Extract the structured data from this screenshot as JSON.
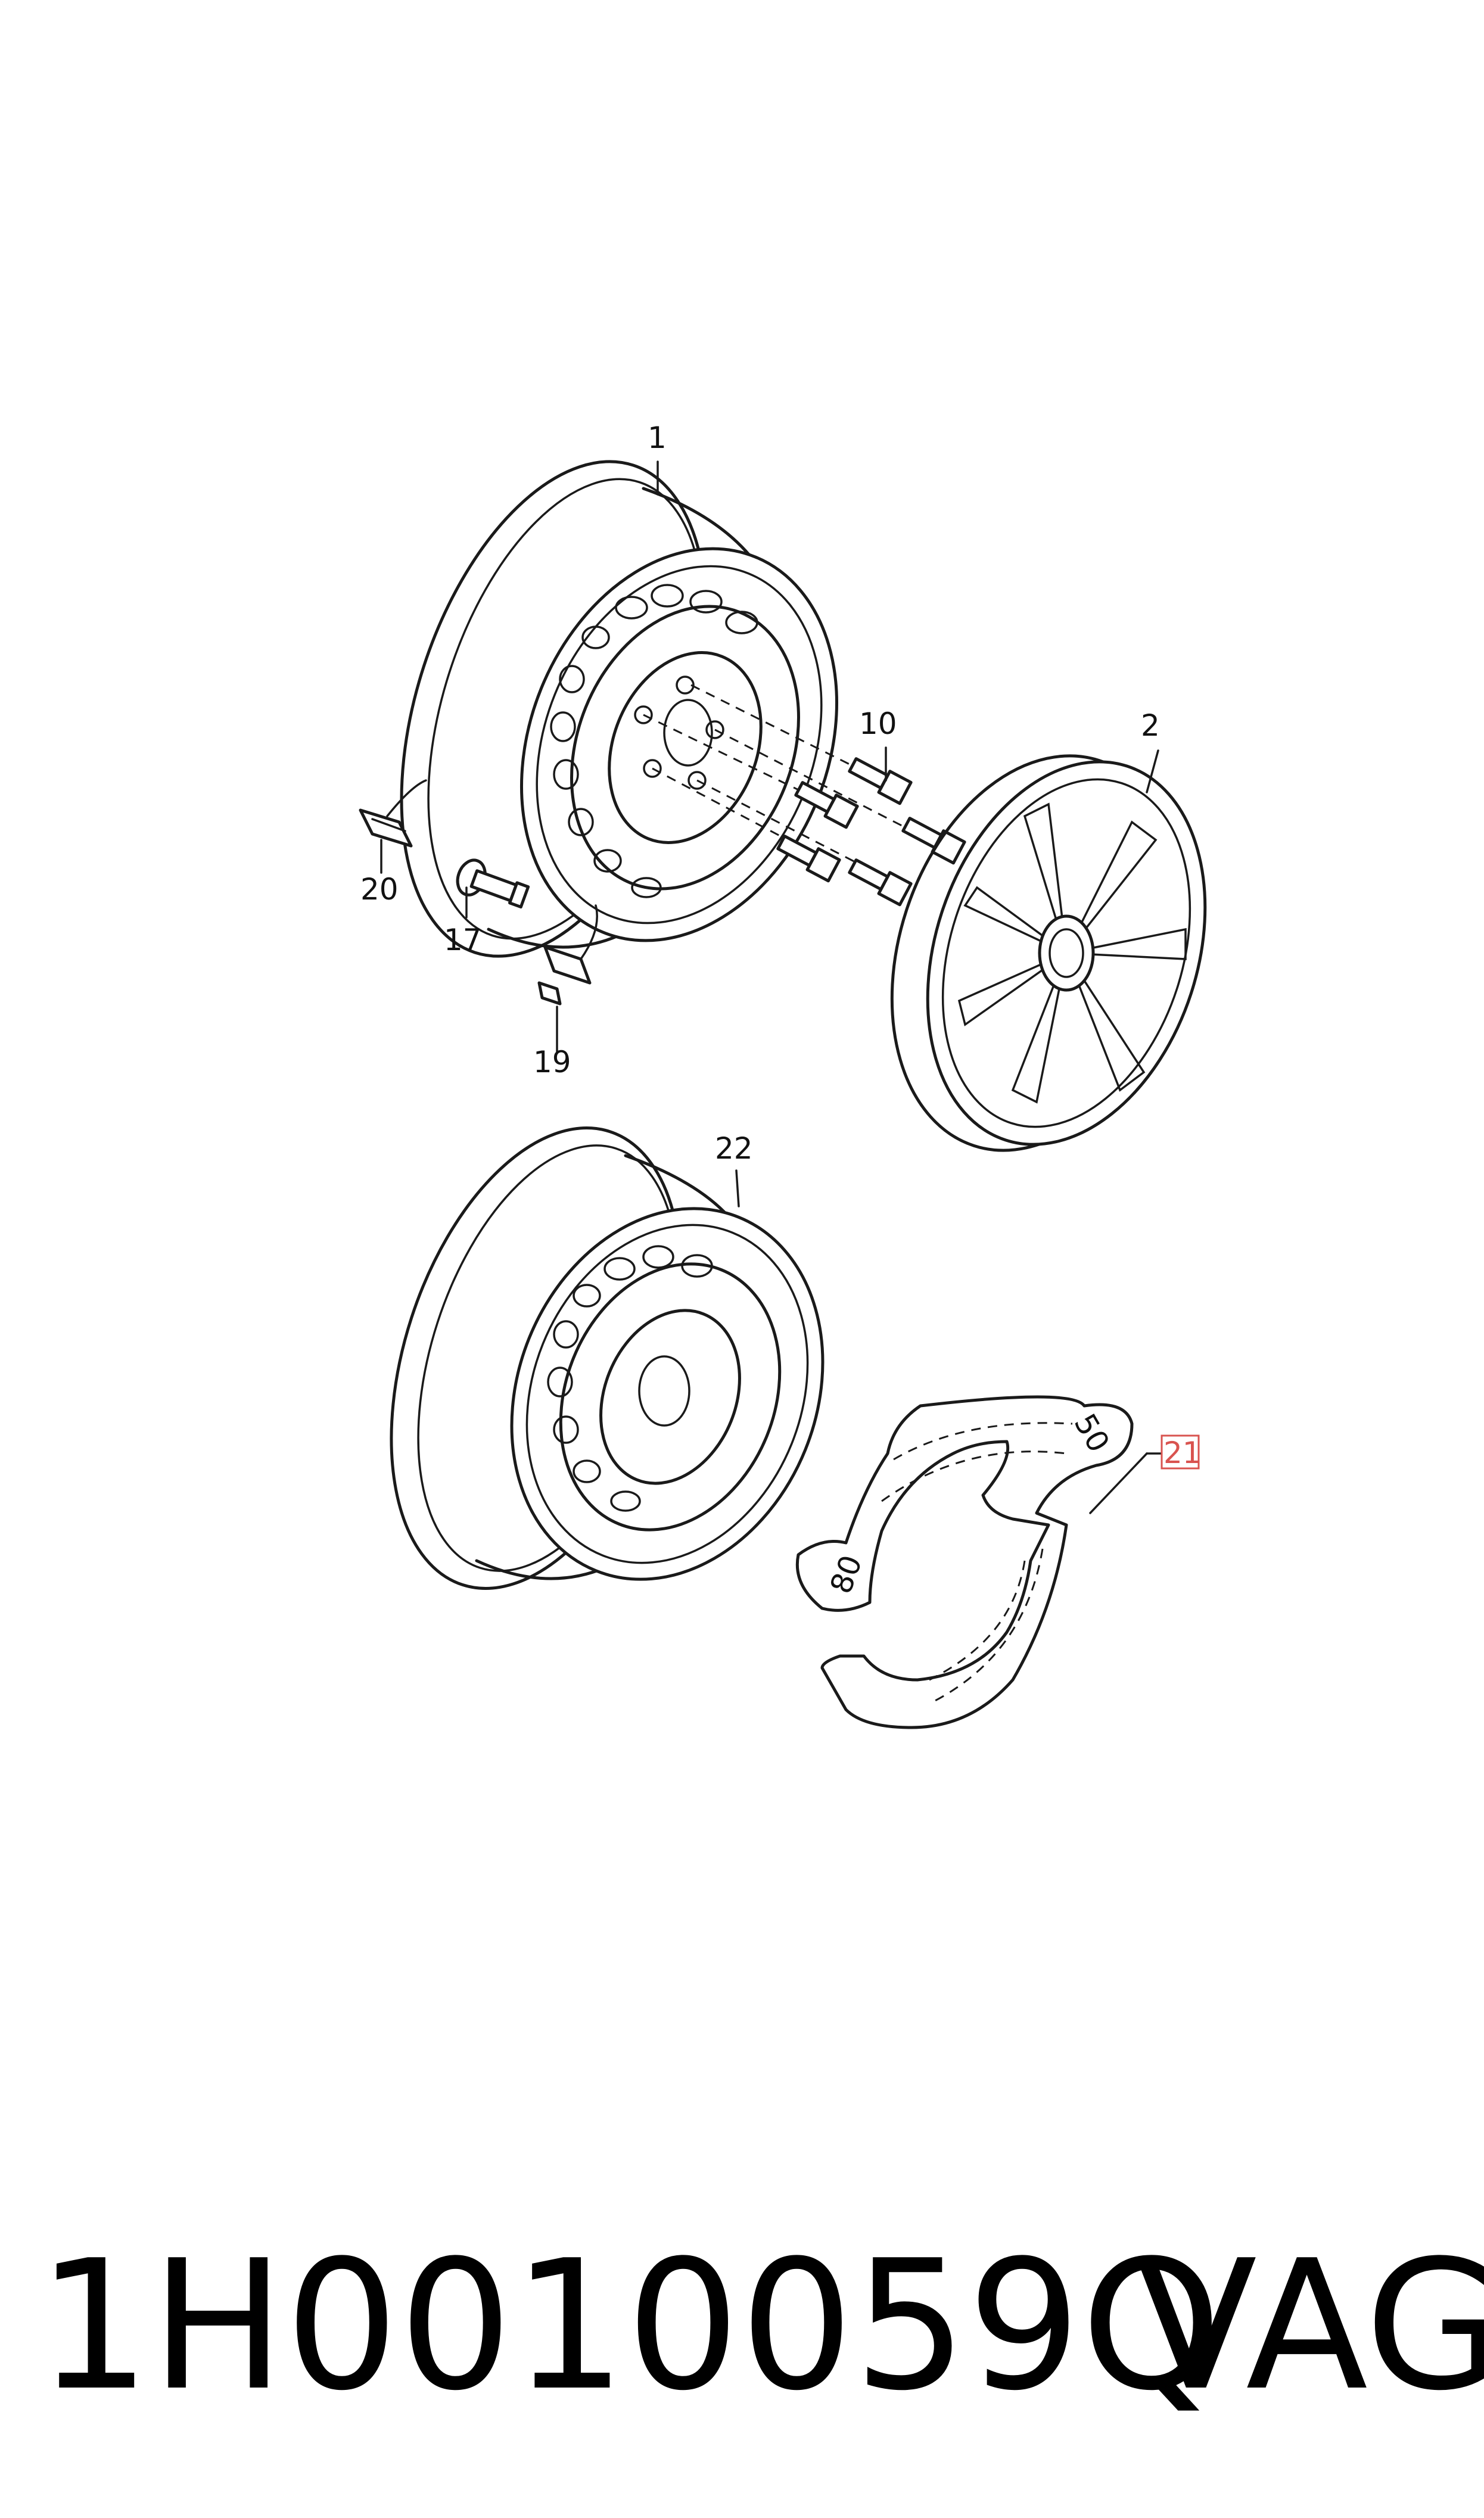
{
  "callouts": {
    "c1": "1",
    "c2": "2",
    "c10": "10",
    "c17": "17",
    "c19": "19",
    "c20": "20",
    "c21": "21",
    "c22": "22"
  },
  "gauge_marks": {
    "m50": "50",
    "m80": "80"
  },
  "footer": {
    "part_number": "1H0010059Q",
    "brand": "VAG"
  },
  "colors": {
    "line": "#1a1a1a",
    "highlight_box": "#d9534f",
    "background": "#ffffff"
  }
}
